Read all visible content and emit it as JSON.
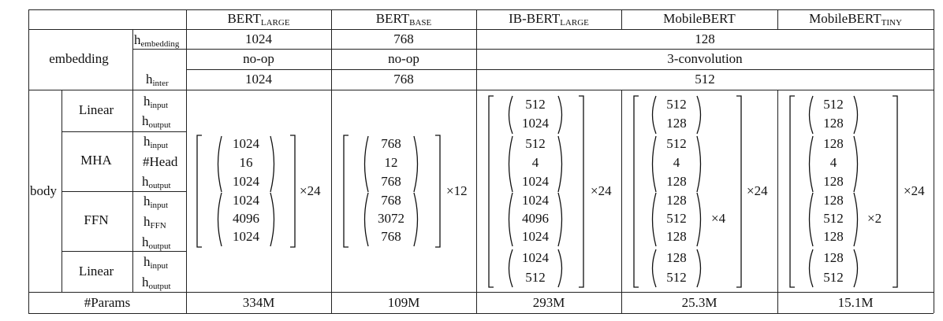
{
  "headers": {
    "bert_large": {
      "base": "BERT",
      "sub": "LARGE"
    },
    "bert_base": {
      "base": "BERT",
      "sub": "BASE"
    },
    "ib_bert_large": {
      "base": "IB-BERT",
      "sub": "LARGE"
    },
    "mobilebert": {
      "base": "MobileBERT",
      "sub": ""
    },
    "mobilebert_tiny": {
      "base": "MobileBERT",
      "sub": "TINY"
    }
  },
  "embedding": {
    "label": "embedding",
    "rows": {
      "h_embedding": {
        "base": "h",
        "sub": "embedding"
      },
      "h_inter": {
        "base": "h",
        "sub": "inter"
      }
    },
    "values": {
      "bert_large": {
        "h_embedding": "1024",
        "op": "no-op",
        "h_inter": "1024"
      },
      "bert_base": {
        "h_embedding": "768",
        "op": "no-op",
        "h_inter": "768"
      },
      "mobile_group": {
        "h_embedding": "128",
        "op": "3-convolution",
        "h_inter": "512"
      }
    }
  },
  "body": {
    "label": "body",
    "groups": {
      "linear_in": "Linear",
      "mha": "MHA",
      "ffn": "FFN",
      "linear_out": "Linear"
    },
    "row_labels": {
      "h_input": {
        "base": "h",
        "sub": "input"
      },
      "h_output": {
        "base": "h",
        "sub": "output"
      },
      "head": "#Head",
      "h_ffn": {
        "base": "h",
        "sub": "FFN"
      }
    },
    "bert_large": {
      "mha": [
        "1024",
        "16",
        "1024"
      ],
      "ffn": [
        "1024",
        "4096",
        "1024"
      ],
      "layers": "×24"
    },
    "bert_base": {
      "mha": [
        "768",
        "12",
        "768"
      ],
      "ffn": [
        "768",
        "3072",
        "768"
      ],
      "layers": "×12"
    },
    "ib_bert_large": {
      "linear_in": [
        "512",
        "1024"
      ],
      "mha": [
        "512",
        "4",
        "1024"
      ],
      "ffn": [
        "1024",
        "4096",
        "1024"
      ],
      "linear_out": [
        "1024",
        "512"
      ],
      "layers": "×24"
    },
    "mobilebert": {
      "linear_in": [
        "512",
        "128"
      ],
      "mha": [
        "512",
        "4",
        "128"
      ],
      "ffn": [
        "128",
        "512",
        "128"
      ],
      "ffn_repeat": "×4",
      "linear_out": [
        "128",
        "512"
      ],
      "layers": "×24"
    },
    "mobilebert_tiny": {
      "linear_in": [
        "512",
        "128"
      ],
      "mha": [
        "128",
        "4",
        "128"
      ],
      "ffn": [
        "128",
        "512",
        "128"
      ],
      "ffn_repeat": "×2",
      "linear_out": [
        "128",
        "512"
      ],
      "layers": "×24"
    }
  },
  "params": {
    "label": "#Params",
    "bert_large": "334M",
    "bert_base": "109M",
    "ib_bert_large": "293M",
    "mobilebert": "25.3M",
    "mobilebert_tiny": "15.1M"
  }
}
